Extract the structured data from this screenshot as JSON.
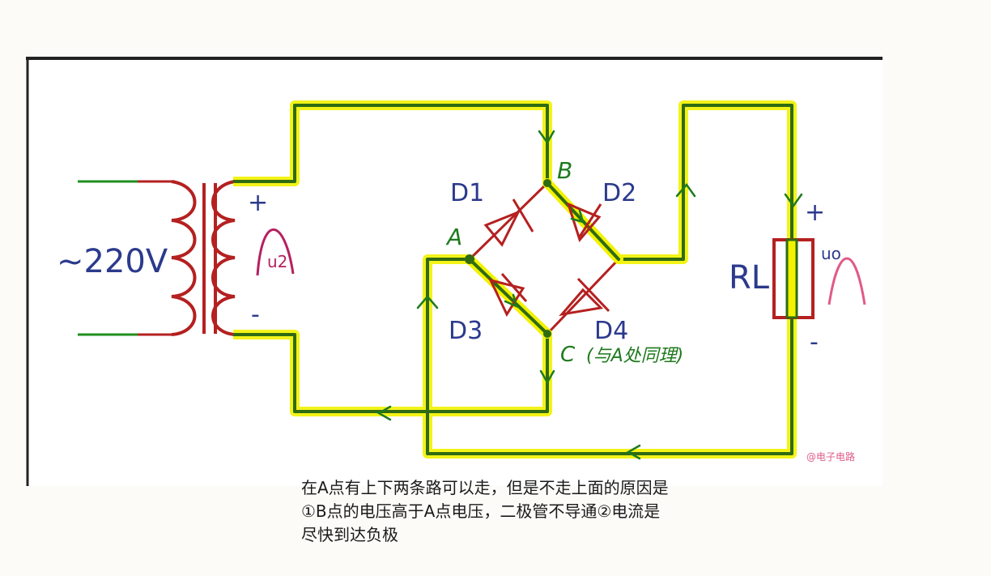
{
  "diagram": {
    "source_label": "~220V",
    "diode_labels": {
      "d1": "D1",
      "d2": "D2",
      "d3": "D3",
      "d4": "D4"
    },
    "load_label": "RL",
    "transformer_out_plus": "+",
    "transformer_out_minus": "-",
    "load_plus": "+",
    "load_minus": "-",
    "input_wave_label": "u2",
    "output_wave_label": "uo",
    "watermark": "@电子电路",
    "annotations": {
      "node_a": "A",
      "node_b": "B",
      "node_c": "C",
      "node_c_note": "(与A处同理)"
    },
    "colors": {
      "wire_green": "#1f8f1f",
      "current_path_dark": "#2f6b12",
      "highlight_yellow": "#f2f200",
      "coil_red": "#b52020",
      "label_blue": "#2b3a8c",
      "wave_pink": "#e05a8a",
      "hand_green": "#1e7a1e"
    }
  },
  "caption": {
    "line1": "在A点有上下两条路可以走，但是不走上面的原因是",
    "line2": "①B点的电压高于A点电压，二极管不导通②电流是",
    "line3": "尽快到达负极"
  }
}
